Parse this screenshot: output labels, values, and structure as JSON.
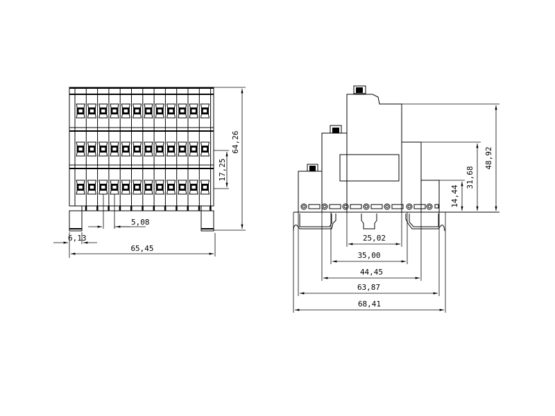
{
  "front_view": {
    "terminal_columns": 12,
    "terminal_rows": 3,
    "dimensions": {
      "height": "64,26",
      "row_pitch": "17,25",
      "column_pitch": "5,08",
      "foot_width": "6,13",
      "width": "65,45"
    }
  },
  "side_view": {
    "dimensions": {
      "total_height": "48,92",
      "mid_height": "31,68",
      "low_height": "14,44",
      "w1": "25,02",
      "w2": "35,00",
      "w3": "44,45",
      "w4": "63,87",
      "w5": "68,41"
    }
  }
}
